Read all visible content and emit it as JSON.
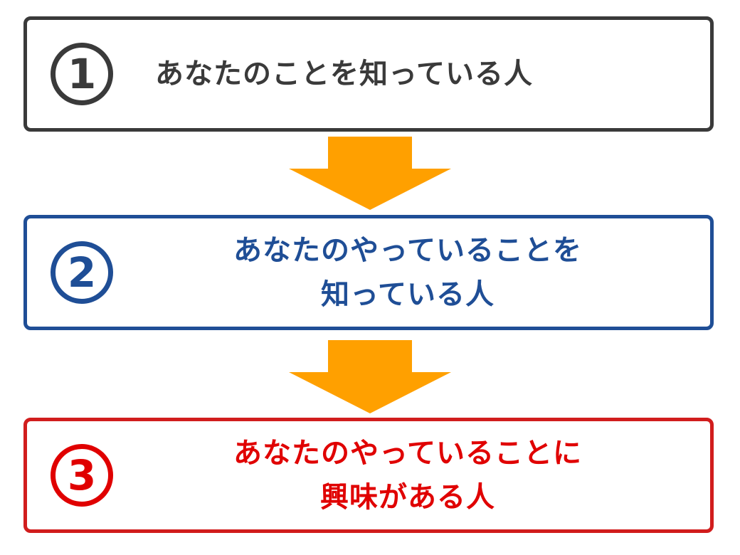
{
  "colors": {
    "step1": "#3a3a3a",
    "step2": "#1f4e96",
    "step3": "#e00000",
    "arrow": "#ffa000"
  },
  "steps": [
    {
      "number": "1",
      "lines": [
        "あなたのことを知っている人"
      ]
    },
    {
      "number": "2",
      "lines": [
        "あなたのやっていることを",
        "知っている人"
      ]
    },
    {
      "number": "3",
      "lines": [
        "あなたのやっていることに",
        "興味がある人"
      ]
    }
  ],
  "arrows": [
    {
      "icon": "down-arrow-icon"
    },
    {
      "icon": "down-arrow-icon"
    }
  ]
}
